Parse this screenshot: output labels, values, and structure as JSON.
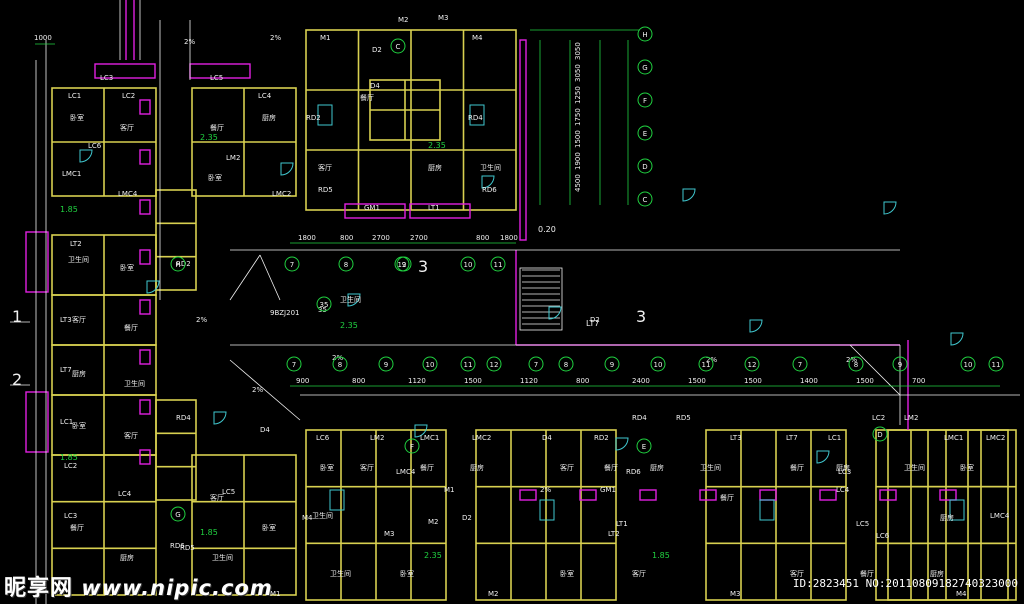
{
  "watermark": {
    "cn": "昵享网",
    "url": "www.nipic.com"
  },
  "image_id": "ID:2823451 NO:20110809182740323000",
  "palette": {
    "wall": "#d8d050",
    "pink": "#e020e0",
    "green": "#20d040",
    "white": "#f0f0f0",
    "cyan": "#40c8d0",
    "red": "#e02020"
  },
  "axis_bubbles_right": [
    "H",
    "G",
    "F",
    "E",
    "D",
    "C"
  ],
  "axis_bubbles_mid": [
    "7",
    "8",
    "9",
    "10",
    "11",
    "12"
  ],
  "section_marks": [
    "1",
    "2",
    "3",
    "3"
  ],
  "room_labels": [
    "卧室",
    "客厅",
    "餐厅",
    "厨房",
    "卫生间"
  ],
  "door_labels": [
    "LC1",
    "LC2",
    "LC3",
    "LC4",
    "LC5",
    "LC6",
    "LM2",
    "LMC1",
    "LMC2",
    "LMC4",
    "M1",
    "M2",
    "M3",
    "M4",
    "D2",
    "D4",
    "RD2",
    "RD4",
    "RD5",
    "RD6",
    "GM1",
    "LT1",
    "LT2",
    "LT3",
    "LT7"
  ],
  "level_marks": [
    "2.35",
    "1.85",
    "0.20"
  ],
  "slope_mark": "2%",
  "dim_top": [
    "1800",
    "800",
    "2700",
    "2700",
    "800",
    "1800"
  ],
  "dim_mid": [
    "900",
    "800",
    "1120",
    "1500",
    "1120",
    "800",
    "2400",
    "1500",
    "1500",
    "1400",
    "1500",
    "700"
  ],
  "dim_right": [
    "3050",
    "3050",
    "1250",
    "1750",
    "1500",
    "1900",
    "4500"
  ],
  "note_top": "1000",
  "note_label_a": "9BZJ201",
  "note_label_b": "35"
}
